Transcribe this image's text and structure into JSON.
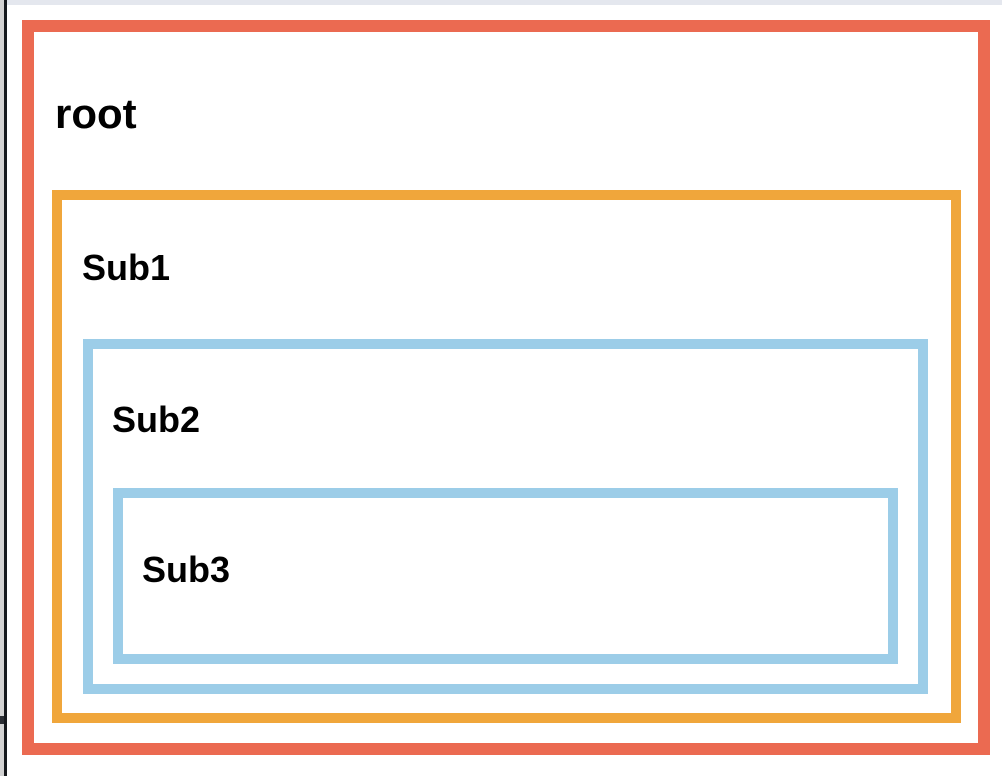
{
  "window": {
    "background": "#FFFFFF",
    "top_strip_color": "#E4E7EE",
    "left_edge": {
      "strip_color": "#D2D2D2",
      "line_color": "#15181C",
      "notch_color": "#2B2E33"
    }
  },
  "diagram": {
    "type": "nested-containers",
    "root": {
      "label": "root",
      "border_color": "#EB6A51"
    },
    "sub1": {
      "label": "Sub1",
      "border_color": "#F0A63B"
    },
    "sub2": {
      "label": "Sub2",
      "border_color": "#9CCDE8"
    },
    "sub3": {
      "label": "Sub3",
      "border_color": "#9CCDE8"
    }
  }
}
